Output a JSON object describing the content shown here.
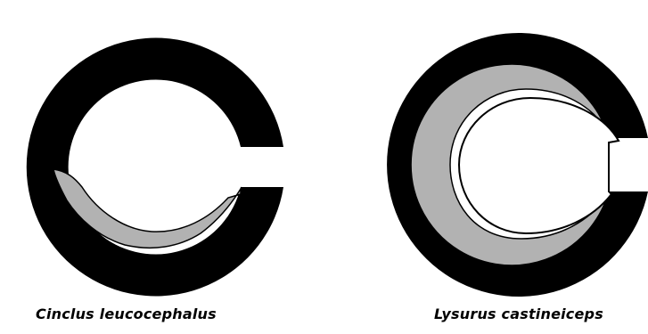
{
  "colors": {
    "outer_ring": "#000000",
    "inner_band": "#b2b2b2",
    "background": "#ffffff"
  },
  "specimens": [
    {
      "species": "Cinclus leucocephalus",
      "inner_band": "partial lower arc"
    },
    {
      "species": "Lysurus castineiceps",
      "inner_band": "nearly full ring"
    }
  ]
}
